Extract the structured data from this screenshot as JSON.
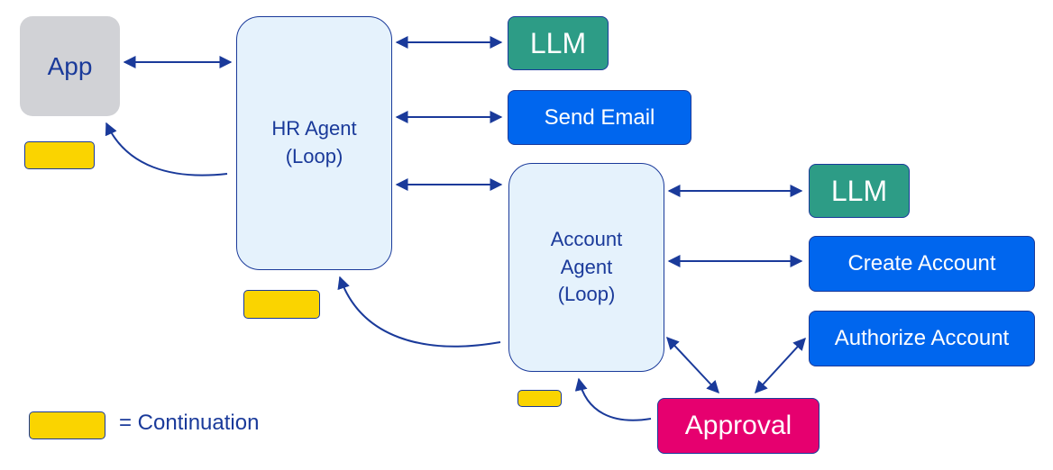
{
  "nodes": {
    "app": "App",
    "hr_agent": [
      "HR Agent",
      "(Loop)"
    ],
    "account_agent": [
      "Account",
      "Agent",
      "(Loop)"
    ],
    "llm_hr": "LLM",
    "send_email": "Send Email",
    "llm_account": "LLM",
    "create_account": "Create Account",
    "authorize_account": "Authorize Account",
    "approval": "Approval"
  },
  "legend": {
    "label": "= Continuation",
    "color": "#fad400"
  },
  "colors": {
    "stroke": "#1a3a9a",
    "app": "#d1d2d6",
    "agent": "#e5f2fc",
    "llm": "#2d9c86",
    "tool": "#0066ee",
    "approval": "#e6006f",
    "continuation": "#fad400"
  },
  "edges": [
    {
      "from": "app",
      "to": "hr_agent",
      "type": "bidirectional"
    },
    {
      "from": "hr_agent",
      "to": "llm_hr",
      "type": "bidirectional"
    },
    {
      "from": "hr_agent",
      "to": "send_email",
      "type": "bidirectional"
    },
    {
      "from": "hr_agent",
      "to": "account_agent",
      "type": "bidirectional"
    },
    {
      "from": "account_agent",
      "to": "llm_account",
      "type": "bidirectional"
    },
    {
      "from": "account_agent",
      "to": "create_account",
      "type": "bidirectional"
    },
    {
      "from": "account_agent",
      "to": "approval",
      "type": "bidirectional"
    },
    {
      "from": "authorize_account",
      "to": "approval",
      "type": "bidirectional"
    },
    {
      "from": "hr_agent",
      "to": "app",
      "type": "continuation"
    },
    {
      "from": "account_agent",
      "to": "hr_agent",
      "type": "continuation"
    },
    {
      "from": "approval",
      "to": "account_agent",
      "type": "continuation"
    }
  ]
}
